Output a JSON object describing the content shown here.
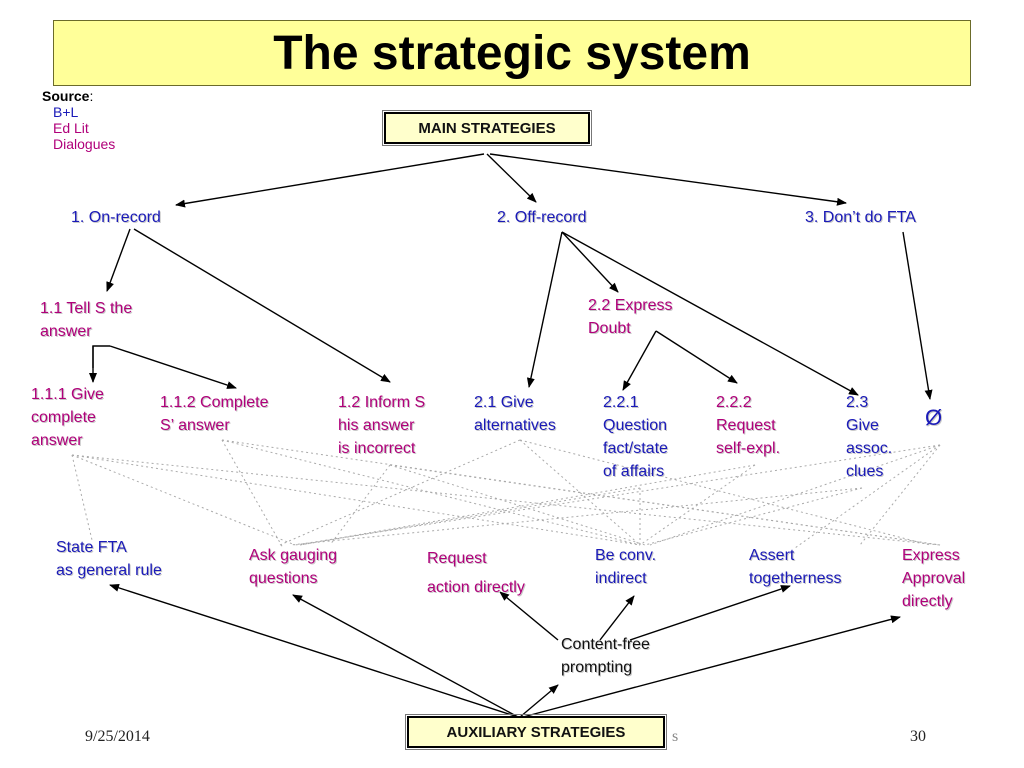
{
  "title": "The strategic system",
  "source": {
    "label": "Source",
    "colon": ":",
    "items": [
      {
        "text": "B+L",
        "color": "#1a1ab8"
      },
      {
        "text": "Ed Lit",
        "color": "#b0007a"
      },
      {
        "text": "Dialogues",
        "color": "#b0007a"
      }
    ]
  },
  "main_strategies": "MAIN STRATEGIES",
  "auxiliary_strategies": "AUXILIARY STRATEGIES",
  "nodes": {
    "on_record": "1. On-record",
    "off_record": "2. Off-record",
    "dont_do_fta": "3. Don’t do FTA",
    "tell_s": [
      "1.1 Tell S the",
      "answer"
    ],
    "express_doubt": [
      "2.2 Express",
      "Doubt"
    ],
    "give_complete": [
      "1.1.1 Give",
      "complete",
      "answer"
    ],
    "complete_s": [
      "1.1.2 Complete",
      "S’ answer"
    ],
    "inform_s": [
      "1.2 Inform S",
      "his answer",
      "is incorrect"
    ],
    "give_alternatives": [
      "2.1 Give",
      "alternatives"
    ],
    "question_fact": [
      "2.2.1",
      "Question",
      "fact/state",
      "of affairs"
    ],
    "request_self": [
      "2.2.2",
      "Request",
      "self-expl."
    ],
    "give_assoc": [
      "2.3",
      "Give",
      "assoc.",
      "clues"
    ],
    "empty_set": "Ø"
  },
  "auxiliary": {
    "state_fta": [
      "State FTA",
      "as general rule"
    ],
    "ask_gauging": [
      "Ask gauging",
      "questions"
    ],
    "request_action": [
      "Request",
      "action directly"
    ],
    "be_conv": [
      "Be conv.",
      "indirect"
    ],
    "assert_together": [
      "Assert",
      "togetherness"
    ],
    "express_approval": [
      "Express",
      "Approval",
      "directly"
    ],
    "content_free": [
      "Content-free",
      "prompting"
    ]
  },
  "footer": {
    "date": "9/25/2014",
    "behind": "s",
    "page": "30"
  }
}
